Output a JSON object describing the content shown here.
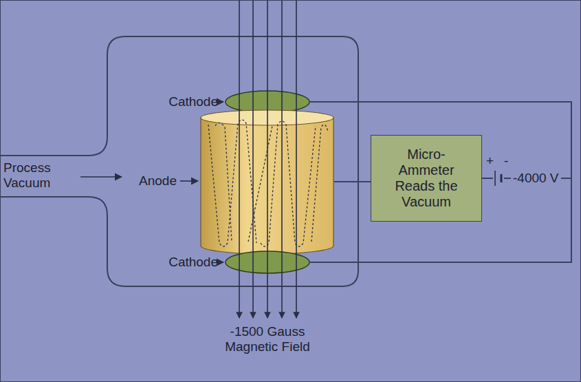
{
  "diagram": {
    "nodes": [
      {
        "text": [
          "Cathode"
        ]
      },
      {
        "text": [
          "Anode"
        ]
      },
      {
        "text": [
          "Cathode"
        ]
      },
      {
        "text": [
          "Micro- Ammeter Reads the Vacuum"
        ]
      }
    ],
    "edges": [
      {
        "from": 1,
        "to": 3,
        "arrow": "none"
      },
      {
        "from": 0,
        "to": 3,
        "arrow": "none"
      },
      {
        "from": 2,
        "to": 3,
        "arrow": "none"
      }
    ],
    "labels": [
      "Process Vacuum",
      "+",
      "-",
      "-4000 V",
      "-1500 Gauss Magnetic Field"
    ]
  }
}
